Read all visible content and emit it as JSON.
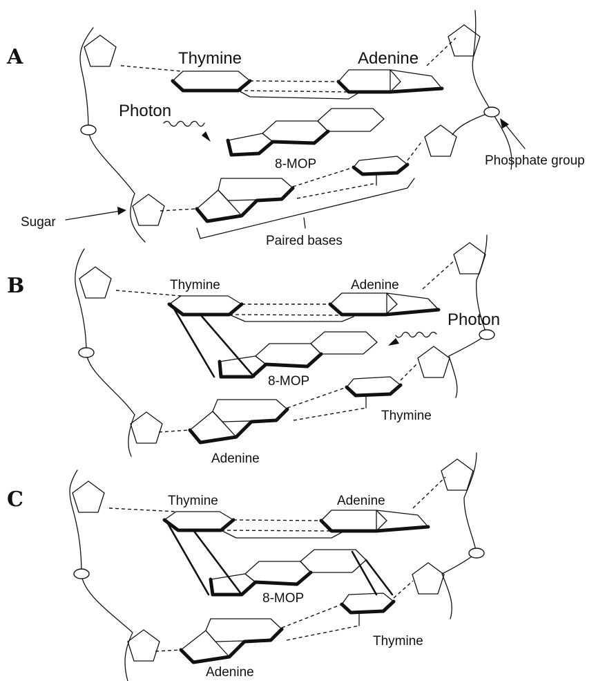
{
  "panels": [
    {
      "letter": "A",
      "labels": {
        "thymine_top": "Thymine",
        "adenine_top": "Adenine",
        "photon": "Photon",
        "mop": "8-MOP",
        "phosphate": "Phosphate group",
        "sugar": "Sugar",
        "paired": "Paired bases"
      }
    },
    {
      "letter": "B",
      "labels": {
        "thymine_top": "Thymine",
        "adenine_top": "Adenine",
        "photon": "Photon",
        "mop": "8-MOP",
        "thymine_bottom": "Thymine",
        "adenine_bottom": "Adenine"
      }
    },
    {
      "letter": "C",
      "labels": {
        "thymine_top": "Thymine",
        "adenine_top": "Adenine",
        "mop": "8-MOP",
        "thymine_bottom": "Thymine",
        "adenine_bottom": "Adenine"
      }
    }
  ]
}
